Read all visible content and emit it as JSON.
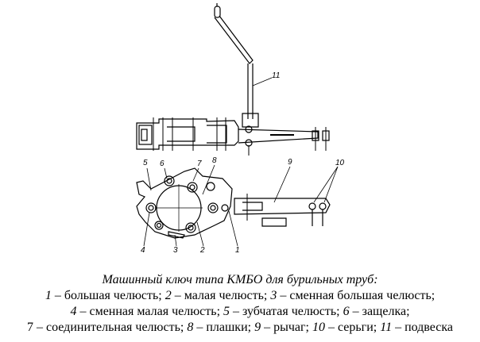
{
  "figure": {
    "callouts": [
      "1",
      "2",
      "3",
      "4",
      "5",
      "6",
      "7",
      "8",
      "9",
      "10",
      "11"
    ]
  },
  "caption": {
    "title": "Машинный ключ типа КМБО для бурильных труб:",
    "items": [
      {
        "num": "1",
        "text": " – большая челюсть; "
      },
      {
        "num": "2",
        "text": " – малая челюсть; "
      },
      {
        "num": "3",
        "text": " – сменная большая челюсть;"
      },
      {
        "num": "4",
        "text": " – сменная малая челюсть; "
      },
      {
        "num": "5",
        "text": " – зубчатая челюсть; "
      },
      {
        "num": "6",
        "text": " – защелка;"
      },
      {
        "num": "7",
        "text": " – соединительная челюсть; "
      },
      {
        "num": "8",
        "text": " – плашки; "
      },
      {
        "num": "9",
        "text": " – рычаг; "
      },
      {
        "num": "10",
        "text": " – серьги; "
      },
      {
        "num": "11",
        "text": " – подвеска"
      }
    ]
  }
}
